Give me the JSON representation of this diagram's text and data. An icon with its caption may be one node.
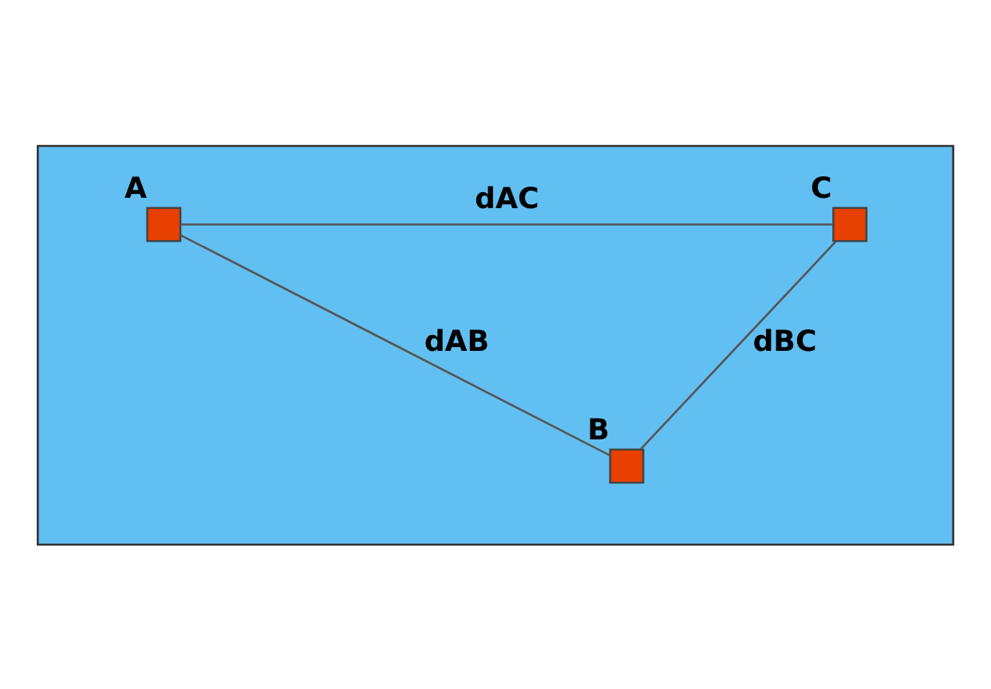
{
  "diagram": {
    "nodes": [
      {
        "text": [],
        "shape": "polygon"
      },
      {
        "text": [],
        "shape": "box",
        "beside": [
          "A"
        ],
        "in": 0
      },
      {
        "text": [],
        "shape": "box",
        "beside": [
          "C"
        ],
        "in": 0
      },
      {
        "text": [],
        "shape": "box",
        "beside": [
          "B"
        ],
        "in": 0
      }
    ],
    "edges": [
      {
        "from": 1,
        "to": 2,
        "arrow": "none",
        "label": "dAC"
      },
      {
        "from": 1,
        "to": 3,
        "arrow": "none",
        "label": "dAB"
      },
      {
        "from": 2,
        "to": 3,
        "arrow": "none",
        "label": "dBC"
      }
    ]
  }
}
